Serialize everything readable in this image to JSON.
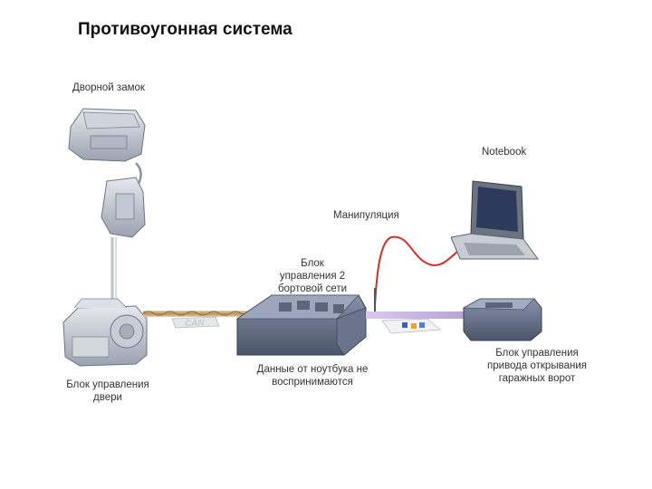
{
  "title": "Противоугонная система",
  "labels": {
    "door_lock": "Дворной замок",
    "notebook": "Notebook",
    "manipulation": "Манипуляция",
    "bcm_line1": "Блок",
    "bcm_line2": "управления 2",
    "bcm_line3": "бортовой сети",
    "door_ecu_line1": "Блок управления",
    "door_ecu_line2": "двери",
    "notebook_note_line1": "Данные от ноутбука не",
    "notebook_note_line2": "воспринимаются",
    "garage_line1": "Блок управления",
    "garage_line2": "привода открывания",
    "garage_line3": "гаражных ворот",
    "can": "CAN"
  },
  "colors": {
    "can_bus": "#c9a46a",
    "manip_wire": "#d2302a",
    "garage_link": "#b9a3d8",
    "device_gray": "#8c95a6",
    "device_dark": "#4d5566"
  }
}
